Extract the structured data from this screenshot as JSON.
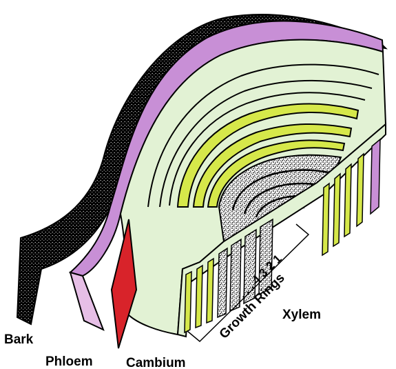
{
  "diagram": {
    "labels": {
      "bark": "Bark",
      "phloem": "Phloem",
      "cambium": "Cambium",
      "xylem": "Xylem",
      "growth_rings": "Growth Rings",
      "ring_numbers": ". . . 4 3 2 1"
    },
    "colors": {
      "bark": "#111111",
      "phloem": "#c88fd6",
      "cambium": "#d8232a",
      "sapwood_light": "#e2f2d4",
      "sapwood_yellow": "#d6e84a",
      "heartwood": "#1a1a1a",
      "outline": "#000000"
    }
  }
}
